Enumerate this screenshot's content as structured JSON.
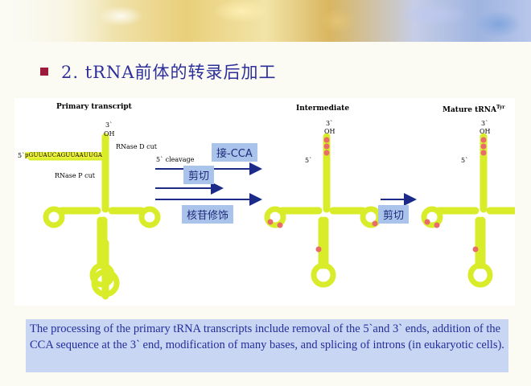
{
  "slide": {
    "title": "2.  tRNA前体的转录后加工",
    "caption": "The processing of the primary tRNA transcripts include removal of the 5`and 3` ends, addition of the CCA sequence at the 3` end, modification of many bases, and splicing of introns (in eukaryotic cells)."
  },
  "diagram": {
    "primary_header": "Primary transcript",
    "intermediate_header": "Intermediate",
    "mature_header": "Mature tRNA",
    "mature_superscript": "Tyr",
    "three_prime": "3`",
    "oh": "OH",
    "five_prime": "5`",
    "leader_sequence": "pGUUAUCAGUUAAUUGA",
    "rnase_d": "RNase D cut",
    "rnase_p": "RNase P cut",
    "cleavage_label": "5` cleavage",
    "step_add_cca": "接-CCA",
    "step_cut": "剪切",
    "step_modify": "核苷修饰",
    "step_cut_2": "剪切"
  },
  "colors": {
    "title": "#2d2f9a",
    "bullet": "#9c1b3a",
    "caption_bg": "#c8d6f4",
    "caption_text": "#232d9b",
    "nucleotide_yellow": "#d9ec2a",
    "modified_red": "#e96b6b",
    "arrow": "#1c2b8a",
    "label_bg": "#aac3ea"
  }
}
